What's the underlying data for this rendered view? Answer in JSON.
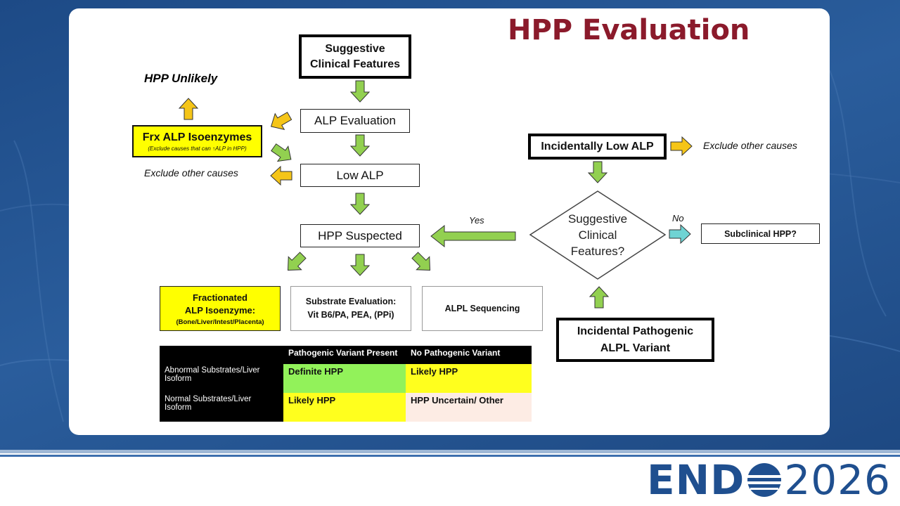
{
  "title": "HPP Evaluation",
  "nodes": {
    "suggestive_top": "Suggestive\nClinical Features",
    "alp_eval": "ALP Evaluation",
    "low_alp": "Low ALP",
    "hpp_suspected": "HPP Suspected",
    "frx_alp": "Frx ALP Isoenzymes",
    "frx_alp_note": "(Exclude causes that can ↑ALP in HPP)",
    "hpp_unlikely": "HPP Unlikely",
    "exclude_left": "Exclude other causes",
    "fractionated": "Fractionated\nALP Isoenzyme:",
    "fractionated_note": "(Bone/Liver/Intest/Placenta)",
    "substrate": "Substrate Evaluation:\nVit B6/PA, PEA, (PPi)",
    "alpl_seq": "ALPL Sequencing",
    "incidental_low": "Incidentally Low ALP",
    "exclude_right": "Exclude other causes",
    "decision": "Suggestive\nClinical\nFeatures?",
    "yes": "Yes",
    "no": "No",
    "subclinical": "Subclinical HPP?",
    "incidental_variant": "Incidental Pathogenic\nALPL Variant"
  },
  "table": {
    "headers": [
      "",
      "Pathogenic Variant Present",
      "No Pathogenic Variant"
    ],
    "rows": [
      [
        "Abnormal Substrates/Liver Isoform",
        "Definite HPP",
        "Likely HPP"
      ],
      [
        "Normal Substrates/Liver Isoform",
        "Likely HPP",
        "HPP Uncertain/ Other"
      ]
    ]
  },
  "footer": {
    "logo_left": "END",
    "logo_year": "2026"
  },
  "colors": {
    "green_arrow": "#92d050",
    "yellow_arrow": "#f5c518",
    "teal_arrow": "#6fd3d3",
    "title": "#8b1a2b"
  }
}
